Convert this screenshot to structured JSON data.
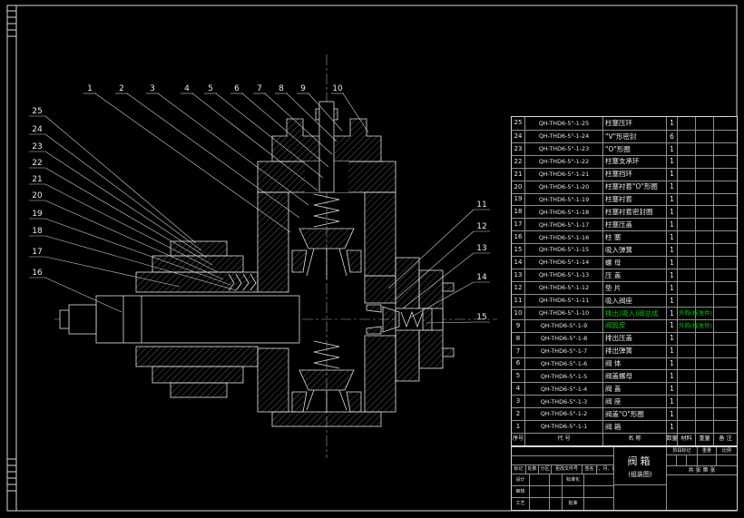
{
  "meta": {
    "background": "#000000",
    "line_color": "#e8e8e8",
    "highlight_color": "#00c400"
  },
  "callouts": {
    "top": [
      "1",
      "2",
      "3",
      "4",
      "5",
      "6",
      "7",
      "8",
      "9",
      "10"
    ],
    "left": [
      "25",
      "24",
      "23",
      "22",
      "21",
      "20",
      "19",
      "18",
      "17",
      "16"
    ],
    "right": [
      "11",
      "12",
      "13",
      "14",
      "15"
    ]
  },
  "parts_table": {
    "headers": [
      "序号",
      "代 号",
      "名 称",
      "数量",
      "材料",
      "重量",
      "备 注"
    ],
    "rows": [
      {
        "no": "25",
        "code": "QH-THD6-5\"-1-25",
        "name": "柱塞压环",
        "qty": "1",
        "note": "",
        "hl": false
      },
      {
        "no": "24",
        "code": "QH-THD6-5\"-1-24",
        "name": "\"V\"形密封",
        "qty": "6",
        "note": "",
        "hl": false
      },
      {
        "no": "23",
        "code": "QH-THD6-5\"-1-23",
        "name": "\"O\"形圈",
        "qty": "1",
        "note": "",
        "hl": false
      },
      {
        "no": "22",
        "code": "QH-THD6-5\"-1-22",
        "name": "柱塞支承环",
        "qty": "1",
        "note": "",
        "hl": false
      },
      {
        "no": "21",
        "code": "QH-THD6-5\"-1-21",
        "name": "柱塞挡环",
        "qty": "1",
        "note": "",
        "hl": false
      },
      {
        "no": "20",
        "code": "QH-THD6-5\"-1-20",
        "name": "柱塞衬套\"O\"形圈",
        "qty": "1",
        "note": "",
        "hl": false
      },
      {
        "no": "19",
        "code": "QH-THD6-5\"-1-19",
        "name": "柱塞衬套",
        "qty": "1",
        "note": "",
        "hl": false
      },
      {
        "no": "18",
        "code": "QH-THD6-5\"-1-18",
        "name": "柱塞衬套密封圈",
        "qty": "1",
        "note": "",
        "hl": false
      },
      {
        "no": "17",
        "code": "QH-THD6-5\"-1-17",
        "name": "柱塞压盖",
        "qty": "1",
        "note": "",
        "hl": false
      },
      {
        "no": "16",
        "code": "QH-THD6-5\"-1-16",
        "name": "柱 塞",
        "qty": "1",
        "note": "",
        "hl": false
      },
      {
        "no": "15",
        "code": "QH-THD6-5\"-1-15",
        "name": "吸入弹簧",
        "qty": "1",
        "note": "",
        "hl": false
      },
      {
        "no": "14",
        "code": "QH-THD6-5\"-1-14",
        "name": "螺 母",
        "qty": "1",
        "note": "",
        "hl": false
      },
      {
        "no": "13",
        "code": "QH-THD6-5\"-1-13",
        "name": "压 盖",
        "qty": "1",
        "note": "",
        "hl": false
      },
      {
        "no": "12",
        "code": "QH-THD6-5\"-1-12",
        "name": "垫 片",
        "qty": "1",
        "note": "",
        "hl": false
      },
      {
        "no": "11",
        "code": "QH-THD6-5\"-1-11",
        "name": "吸入阀座",
        "qty": "1",
        "note": "",
        "hl": false
      },
      {
        "no": "10",
        "code": "QH-THD6-5\"-1-10",
        "name": "排出(吸入)阀总成",
        "qty": "1",
        "note": "外购(标准件)",
        "hl": true
      },
      {
        "no": "9",
        "code": "QH-THD6-5\"-1-9",
        "name": "阀胶皮",
        "qty": "1",
        "note": "外购(标准件)",
        "hl": true
      },
      {
        "no": "8",
        "code": "QH-THD6-5\"-1-8",
        "name": "排出压盖",
        "qty": "1",
        "note": "",
        "hl": false
      },
      {
        "no": "7",
        "code": "QH-THD6-5\"-1-7",
        "name": "排出弹簧",
        "qty": "1",
        "note": "",
        "hl": false
      },
      {
        "no": "6",
        "code": "QH-THD6-5\"-1-6",
        "name": "阀 体",
        "qty": "1",
        "note": "",
        "hl": false
      },
      {
        "no": "5",
        "code": "QH-THD6-5\"-1-5",
        "name": "阀盖螺母",
        "qty": "1",
        "note": "",
        "hl": false
      },
      {
        "no": "4",
        "code": "QH-THD6-5\"-1-4",
        "name": "阀 盖",
        "qty": "1",
        "note": "",
        "hl": false
      },
      {
        "no": "3",
        "code": "QH-THD6-5\"-1-3",
        "name": "阀 座",
        "qty": "1",
        "note": "",
        "hl": false
      },
      {
        "no": "2",
        "code": "QH-THD6-5\"-1-2",
        "name": "阀盖\"O\"形圈",
        "qty": "1",
        "note": "",
        "hl": false
      },
      {
        "no": "1",
        "code": "QH-THD6-5\"-1-1",
        "name": "阀 箱",
        "qty": "1",
        "note": "",
        "hl": false
      }
    ]
  },
  "title_block": {
    "name": "阀箱",
    "subtitle": "(组装图)",
    "revision_header": [
      "标记",
      "处数",
      "分区",
      "更改文件号",
      "签名",
      "年、月、日"
    ],
    "roles": [
      {
        "left": "设计",
        "right": "标准化"
      },
      {
        "left": "审核",
        "right": ""
      },
      {
        "left": "工艺",
        "right": "批准"
      }
    ],
    "stage_label": "阶段标记",
    "weight_label": "重量",
    "scale_label": "比例",
    "sheets_label": "共 张 第 张"
  }
}
